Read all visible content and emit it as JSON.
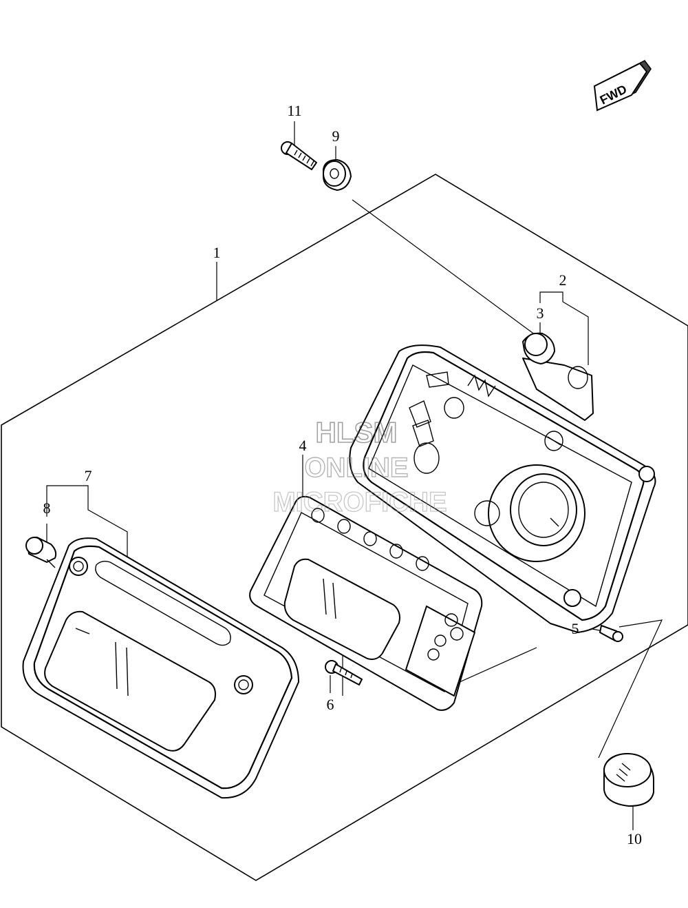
{
  "fwd_badge": {
    "text": "FWD"
  },
  "watermark": {
    "line1": "HLSM",
    "line2": "ONLINE",
    "line3": "MICROFICHE"
  },
  "callouts": {
    "p1": "1",
    "p2": "2",
    "p3": "3",
    "p4": "4",
    "p5": "5",
    "p6": "6",
    "p7": "7",
    "p8": "8",
    "p9": "9",
    "p10": "10",
    "p11": "11"
  }
}
